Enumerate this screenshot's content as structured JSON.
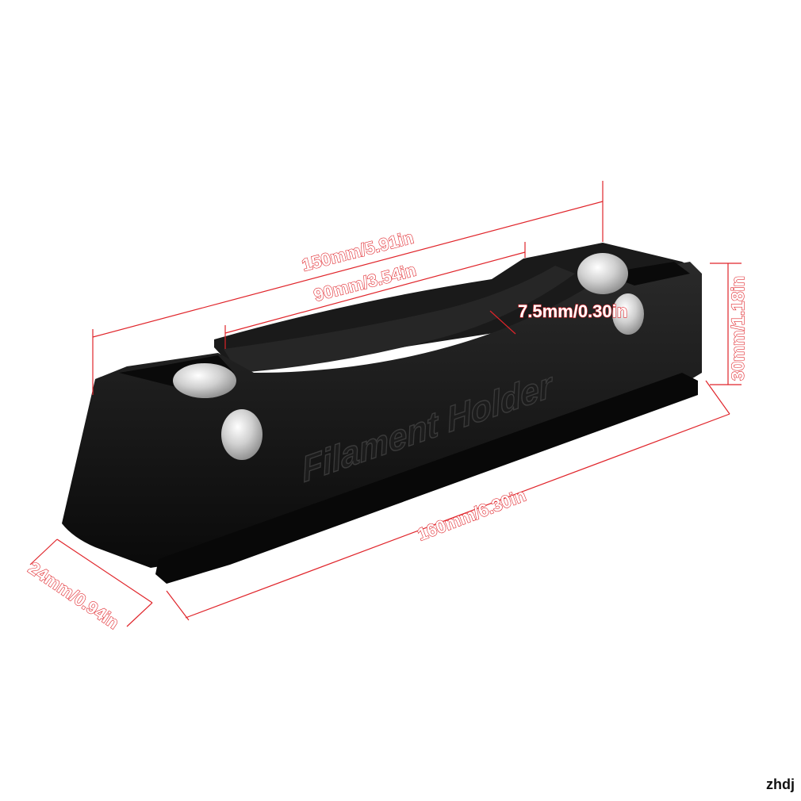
{
  "product": {
    "embossed_text": "Filament Holder",
    "body_color": "#121212",
    "bearing_color": "#d8d8d8"
  },
  "dimensions": {
    "overall_top_length": "150mm/5.91in",
    "groove_length": "90mm/3.54in",
    "groove_depth": "7.5mm/0.30in",
    "height": "30mm/1.18in",
    "base_length": "160mm/6.30in",
    "width": "24mm/0.94in",
    "line_color": "#e0242a"
  },
  "watermark": "zhdj"
}
